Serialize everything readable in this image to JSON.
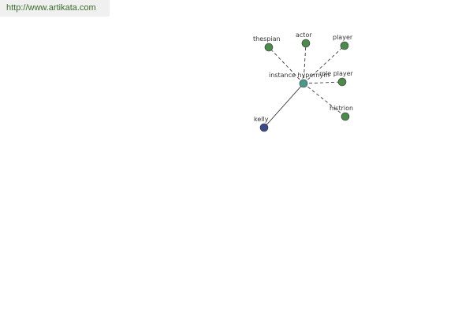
{
  "banner": {
    "url": "http://www.artikata.com"
  },
  "graph": {
    "hub_label": "instance hypernym",
    "nodes": [
      {
        "id": "thespian",
        "label": "thespian",
        "kind": "synonym"
      },
      {
        "id": "actor",
        "label": "actor",
        "kind": "synonym"
      },
      {
        "id": "player",
        "label": "player",
        "kind": "synonym"
      },
      {
        "id": "role-player",
        "label": "role player",
        "kind": "synonym"
      },
      {
        "id": "histrion",
        "label": "histrion",
        "kind": "synonym"
      },
      {
        "id": "kelly",
        "label": "kelly",
        "kind": "root"
      }
    ],
    "colors": {
      "hub": "#4a9a8a",
      "synonym": "#4a8a4a",
      "root": "#3a4a8a",
      "edge": "#222222",
      "banner_text": "#3a6a2a"
    }
  }
}
